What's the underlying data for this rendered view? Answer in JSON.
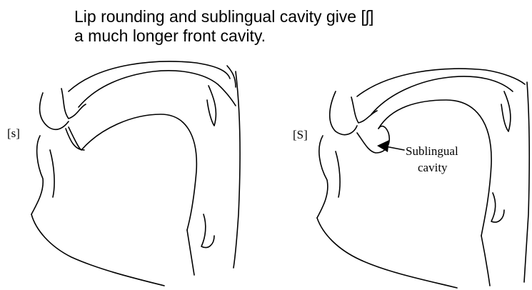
{
  "title": {
    "line1": "Lip rounding and sublingual cavity give [ʃ]",
    "line2": "a much longer front cavity."
  },
  "left_panel": {
    "label": "[s]"
  },
  "right_panel": {
    "label": "[S]",
    "annotation_line1": "Sublingual",
    "annotation_line2": "cavity"
  }
}
